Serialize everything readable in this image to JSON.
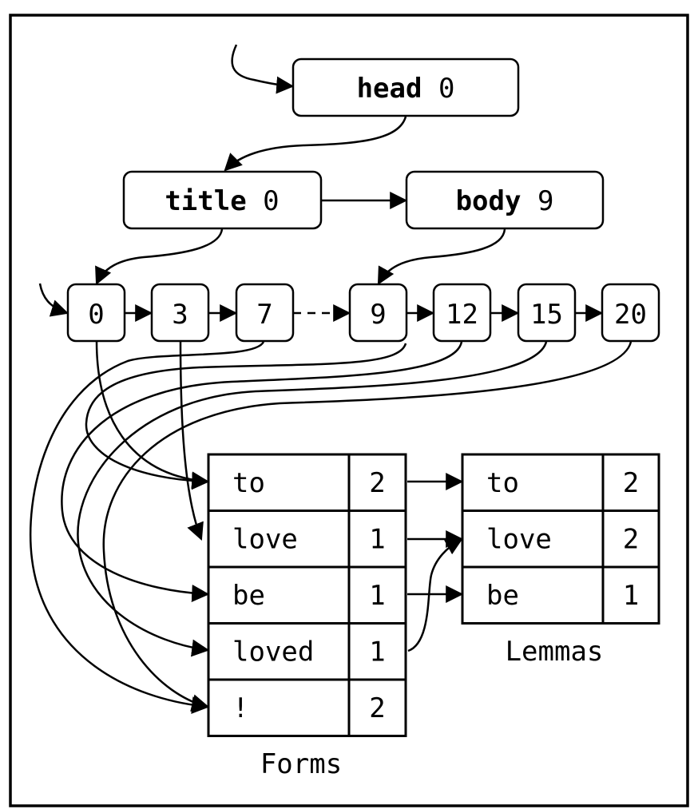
{
  "colors": {
    "stroke": "#000000",
    "background": "#ffffff"
  },
  "elements": [
    {
      "id": "head",
      "name": "head",
      "value": "0"
    },
    {
      "id": "title",
      "name": "title",
      "value": "0"
    },
    {
      "id": "body",
      "name": "body",
      "value": "9"
    }
  ],
  "tokens": [
    "0",
    "3",
    "7",
    "9",
    "12",
    "15",
    "20"
  ],
  "forms": {
    "label": "Forms",
    "rows": [
      {
        "form": "to",
        "count": "2"
      },
      {
        "form": "love",
        "count": "1"
      },
      {
        "form": "be",
        "count": "1"
      },
      {
        "form": "loved",
        "count": "1"
      },
      {
        "form": "!",
        "count": "2"
      }
    ]
  },
  "lemmas": {
    "label": "Lemmas",
    "rows": [
      {
        "lemma": "to",
        "count": "2"
      },
      {
        "lemma": "love",
        "count": "2"
      },
      {
        "lemma": "be",
        "count": "1"
      }
    ]
  },
  "links": {
    "element_to_element": [
      {
        "from": "head",
        "to": "title",
        "kind": "first-child"
      },
      {
        "from": "title",
        "to": "body",
        "kind": "next-sibling"
      }
    ],
    "element_to_token": [
      {
        "from": "title",
        "to": "0"
      },
      {
        "from": "body",
        "to": "9"
      }
    ],
    "token_chain": [
      {
        "from": "0",
        "to": "3",
        "style": "solid"
      },
      {
        "from": "3",
        "to": "7",
        "style": "solid"
      },
      {
        "from": "7",
        "to": "9",
        "style": "dashed"
      },
      {
        "from": "9",
        "to": "12",
        "style": "solid"
      },
      {
        "from": "12",
        "to": "15",
        "style": "solid"
      },
      {
        "from": "15",
        "to": "20",
        "style": "solid"
      }
    ],
    "token_to_form": [
      {
        "token": "0",
        "form": "to"
      },
      {
        "token": "3",
        "form": "love"
      },
      {
        "token": "7",
        "form": "!"
      },
      {
        "token": "9",
        "form": "to"
      },
      {
        "token": "12",
        "form": "be"
      },
      {
        "token": "15",
        "form": "loved"
      },
      {
        "token": "20",
        "form": "!"
      }
    ],
    "form_to_lemma": [
      {
        "form": "to",
        "lemma": "to"
      },
      {
        "form": "love",
        "lemma": "love"
      },
      {
        "form": "be",
        "lemma": "be"
      },
      {
        "form": "loved",
        "lemma": "love"
      }
    ]
  }
}
